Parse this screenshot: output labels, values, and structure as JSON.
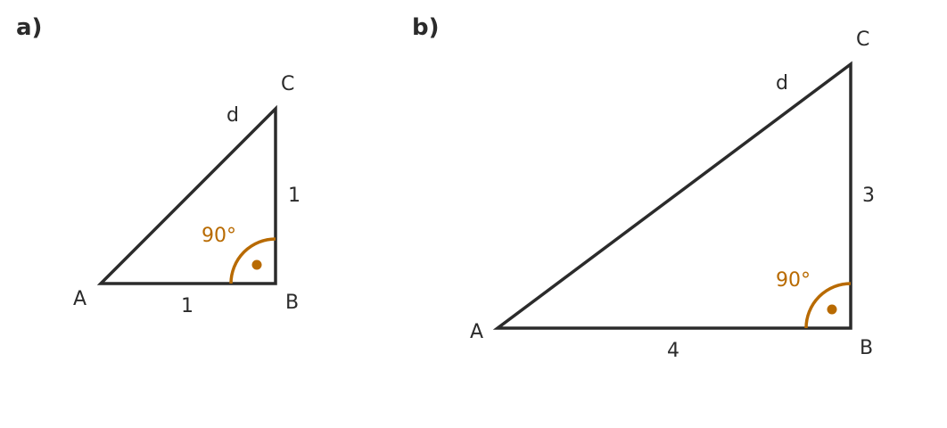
{
  "colors": {
    "line": "#2b2b2b",
    "angle_marker": "#b86a00",
    "background": "#ffffff"
  },
  "panel_a": {
    "label": "a)",
    "vertex_a": "A",
    "vertex_b": "B",
    "vertex_c": "C",
    "side_ab": "1",
    "side_bc": "1",
    "side_ac": "d",
    "right_angle": "90°"
  },
  "panel_b": {
    "label": "b)",
    "vertex_a": "A",
    "vertex_b": "B",
    "vertex_c": "C",
    "side_ab": "4",
    "side_bc": "3",
    "side_ac": "d",
    "right_angle": "90°"
  }
}
